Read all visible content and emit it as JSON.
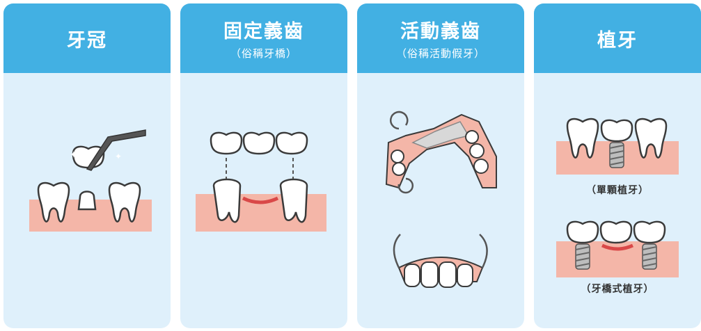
{
  "cards": [
    {
      "title": "牙冠",
      "subtitle": ""
    },
    {
      "title": "固定義齒",
      "subtitle": "（俗稱牙橋）"
    },
    {
      "title": "活動義齒",
      "subtitle": "（俗稱活動假牙）"
    },
    {
      "title": "植牙",
      "subtitle": "",
      "captions": [
        "（單顆植牙）",
        "（牙橋式植牙）"
      ]
    }
  ],
  "colors": {
    "header": "#42b0e3",
    "body": "#dff0fb",
    "gum": "#f4b6a8",
    "gum_dark": "#d94848",
    "tooth": "#ffffff",
    "outline": "#3a3a3a"
  }
}
